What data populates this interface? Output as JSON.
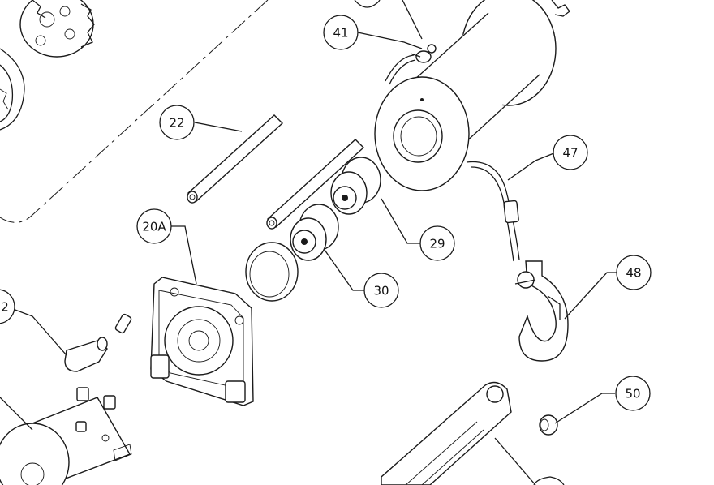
{
  "callouts": [
    {
      "id": "c22",
      "label": "22"
    },
    {
      "id": "c41",
      "label": "41"
    },
    {
      "id": "c47",
      "label": "47"
    },
    {
      "id": "c20a",
      "label": "20A"
    },
    {
      "id": "c29",
      "label": "29"
    },
    {
      "id": "c30",
      "label": "30"
    },
    {
      "id": "c48",
      "label": "48"
    },
    {
      "id": "c2",
      "label": "2"
    },
    {
      "id": "c50",
      "label": "50"
    }
  ]
}
